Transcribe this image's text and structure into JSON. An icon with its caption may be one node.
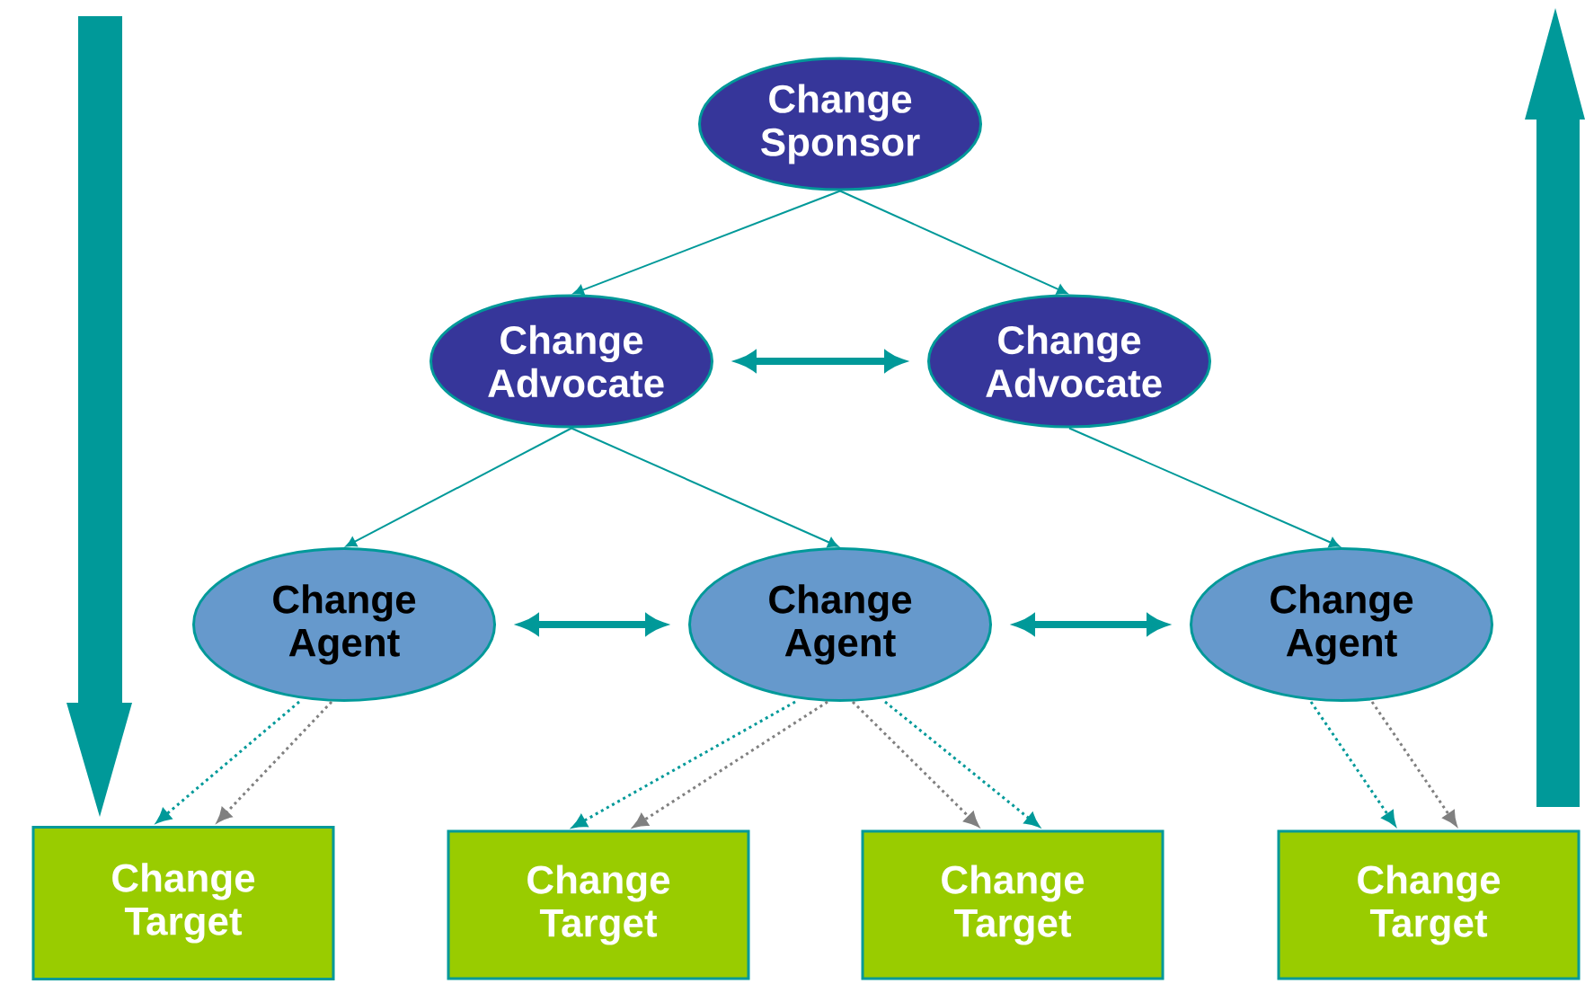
{
  "diagram": {
    "nodes": [
      {
        "text": [
          "Change Sponsor"
        ]
      },
      {
        "text": [
          "Change Advocate"
        ]
      },
      {
        "text": [
          "Change Advocate"
        ]
      },
      {
        "text": [
          "Change Agent"
        ]
      },
      {
        "text": [
          "Change Agent"
        ]
      },
      {
        "text": [
          "Change Agent"
        ]
      },
      {
        "text": [
          "Change Target"
        ]
      },
      {
        "text": [
          "Change Target"
        ]
      },
      {
        "text": [
          "Change Target"
        ]
      },
      {
        "text": [
          "Change Target"
        ]
      }
    ],
    "edges": [
      {
        "from": 0,
        "to": 1,
        "arrow": "to"
      },
      {
        "from": 0,
        "to": 2,
        "arrow": "to"
      },
      {
        "from": 1,
        "to": 2,
        "arrow": "both",
        "style": "thick"
      },
      {
        "from": 1,
        "to": 3,
        "arrow": "to"
      },
      {
        "from": 1,
        "to": 4,
        "arrow": "to"
      },
      {
        "from": 2,
        "to": 5,
        "arrow": "to"
      },
      {
        "from": 3,
        "to": 4,
        "arrow": "both",
        "style": "thick"
      },
      {
        "from": 4,
        "to": 5,
        "arrow": "both",
        "style": "thick"
      },
      {
        "from": 3,
        "to": 6,
        "arrow": "to",
        "style": "dashed"
      },
      {
        "from": 3,
        "to": 6,
        "arrow": "to",
        "style": "dashed",
        "color": "#808080"
      },
      {
        "from": 4,
        "to": 7,
        "arrow": "to",
        "style": "dashed"
      },
      {
        "from": 4,
        "to": 7,
        "arrow": "to",
        "style": "dashed",
        "color": "#808080"
      },
      {
        "from": 4,
        "to": 8,
        "arrow": "to",
        "style": "dashed"
      },
      {
        "from": 4,
        "to": 8,
        "arrow": "to",
        "style": "dashed",
        "color": "#808080"
      },
      {
        "from": 5,
        "to": 9,
        "arrow": "to",
        "style": "dashed"
      },
      {
        "from": 5,
        "to": 9,
        "arrow": "to",
        "style": "dashed",
        "color": "#808080"
      }
    ]
  }
}
